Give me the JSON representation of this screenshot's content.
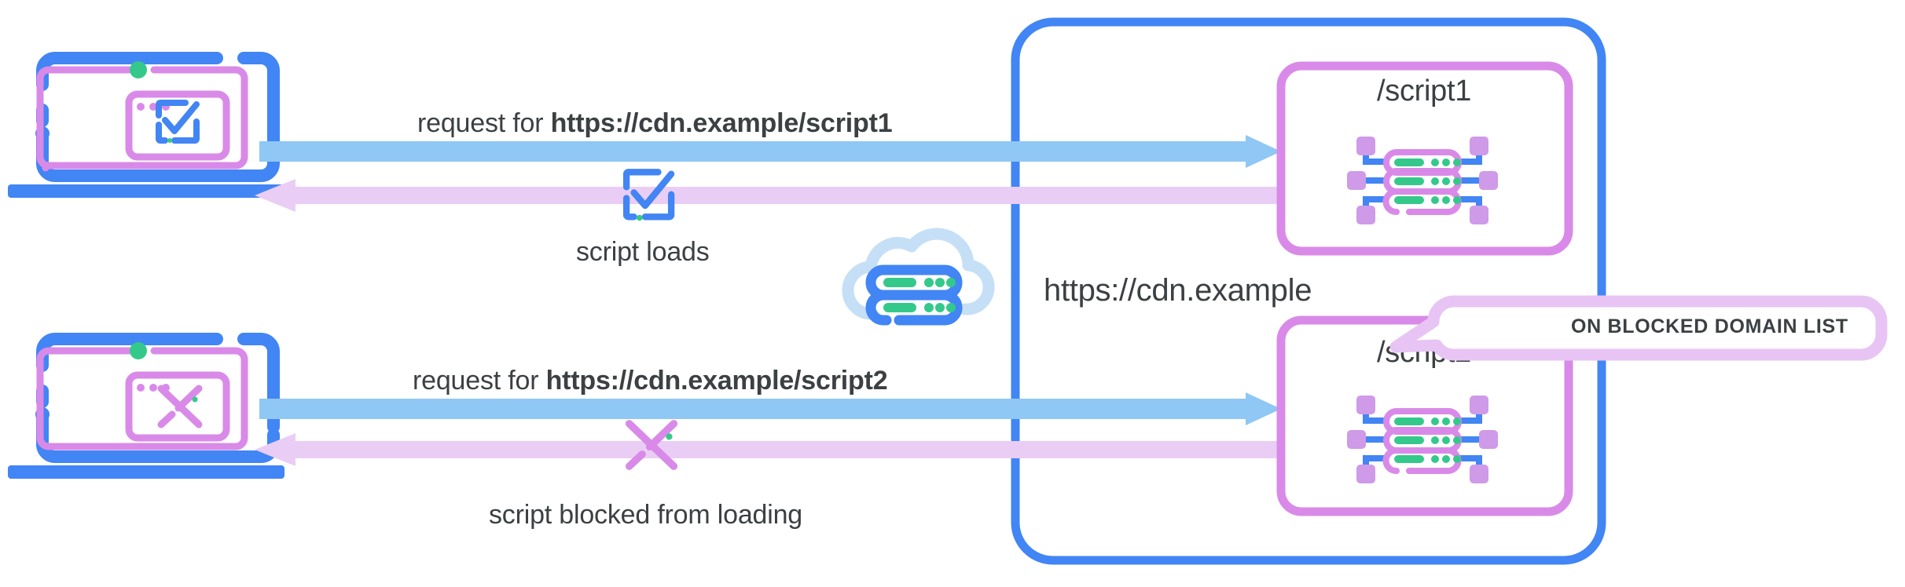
{
  "diagram": {
    "title_alt": "CDN script blocking diagram",
    "colors": {
      "brand_blue": "#4285f4",
      "light_blue_arrow": "#8fc7f5",
      "purple": "#d98ae8",
      "light_purple_arrow": "#eacdf5",
      "bubble_border": "#e8c4f5",
      "green": "#34c98a",
      "cloud_blue": "#c5dff7",
      "text": "#3c4043",
      "white": "#ffffff"
    },
    "rows": [
      {
        "id": "script1",
        "request_prefix": "request for ",
        "request_url": "https://cdn.example/script1",
        "response_caption": "script loads",
        "status_icon": "checkbox-check-icon",
        "endpoint_label": "/script1",
        "endpoint_icon": "server-network-icon",
        "blocked": false
      },
      {
        "id": "script2",
        "request_prefix": "request for ",
        "request_url": "https://cdn.example/script2",
        "response_caption": "script blocked from loading",
        "status_icon": "cross-x-icon",
        "endpoint_label": "/script2",
        "endpoint_icon": "server-network-icon",
        "blocked": true
      }
    ],
    "cdn": {
      "label": "https://cdn.example",
      "icon": "cloud-server-icon"
    },
    "callout": {
      "text": "ON BLOCKED DOMAIN LIST",
      "points_to": "/script2"
    },
    "client_icons": {
      "laptop_1": "laptop-with-check-window-icon",
      "laptop_2": "laptop-with-x-window-icon"
    }
  }
}
